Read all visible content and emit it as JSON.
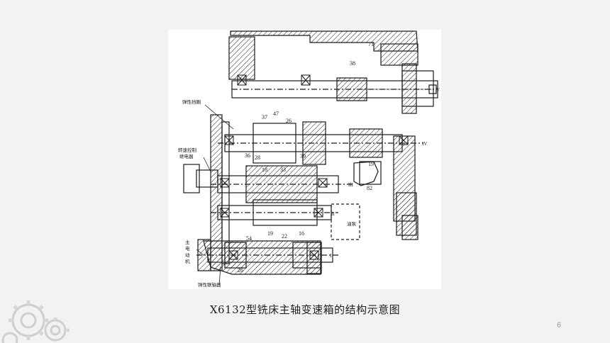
{
  "slide": {
    "caption": "X6132型铣床主轴变速箱的结构示意图",
    "page_number": "6"
  },
  "drawing": {
    "gear_numbers": {
      "n71": "71",
      "n38": "38",
      "n37": "37",
      "n47": "47",
      "n26a": "26",
      "n36": "36",
      "n28": "28",
      "n39": "39",
      "n18": "18",
      "n33": "33",
      "n19a": "19",
      "n82": "82",
      "n19b": "19",
      "n22": "22",
      "n16": "16",
      "n54": "54",
      "n26b": "26"
    },
    "shaft_labels": {
      "v": "V",
      "iv": "IV",
      "iii": "III",
      "ii": "II",
      "i": "I"
    },
    "callouts": {
      "elastic_retainer": "弹性挡圈",
      "speed_relay_1": "转速控制",
      "speed_relay_2": "继电器",
      "oil_pump": "油泵",
      "motor_1": "主",
      "motor_2": "电",
      "motor_3": "动",
      "motor_4": "机",
      "elastic_coupling": "弹性联轴器"
    }
  }
}
